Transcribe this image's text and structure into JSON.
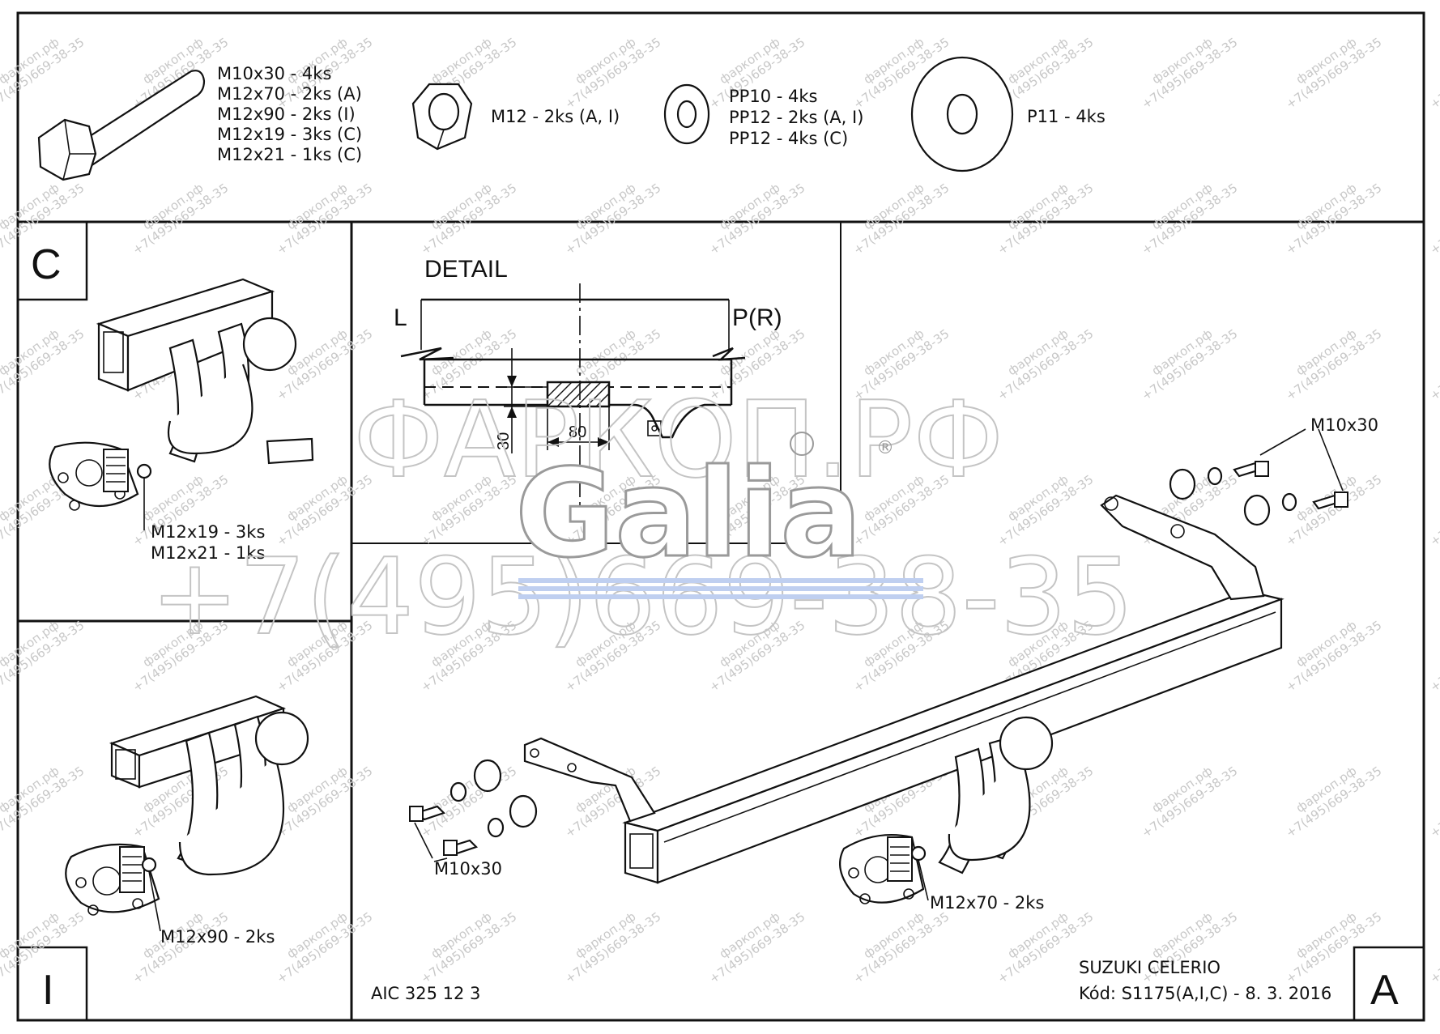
{
  "hardware": {
    "bolts": [
      "M10x30 - 4ks",
      "M12x70 - 2ks (A)",
      "M12x90 - 2ks (I)",
      "M12x19 - 3ks (C)",
      "M12x21 - 1ks (C)"
    ],
    "nuts": "M12 - 2ks (A, I)",
    "washers_small": [
      "PP10 - 4ks",
      "PP12 - 2ks (A, I)",
      "PP12 - 4ks (C)"
    ],
    "washer_large": "P11 - 4ks"
  },
  "panel_c": {
    "letter": "C",
    "labels": [
      "M12x19 - 3ks",
      "M12x21 - 1ks"
    ]
  },
  "panel_i": {
    "letter": "I",
    "label": "M12x90 - 2ks"
  },
  "detail": {
    "title": "DETAIL",
    "left": "L",
    "right": "P(R)",
    "dim_height": "30",
    "dim_width": "80"
  },
  "main": {
    "letter": "A",
    "bolt_label_right": "M10x30",
    "bolt_label_left": "M10x30",
    "ball_label": "M12x70 - 2ks",
    "code_left": "AIC 325 12 3",
    "model": "SUZUKI CELERIO",
    "kod": "Kód: S1175(A,I,C) - 8. 3. 2016"
  },
  "watermark": {
    "small": "+7(495)669-38-35",
    "site": "фаркоп.рф",
    "big_site": "ФАРКОП.РФ",
    "big_phone": "+7(495)669-38-35",
    "logo": "Galia",
    "registered": "®"
  }
}
